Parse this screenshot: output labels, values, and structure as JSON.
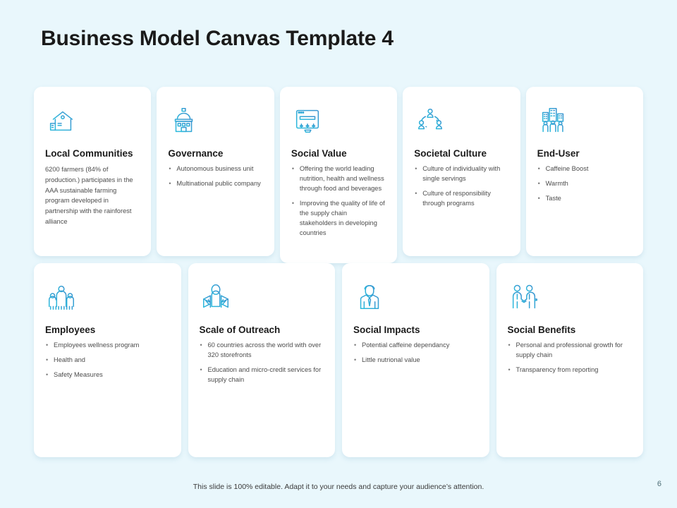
{
  "slide": {
    "title": "Business Model Canvas Template 4",
    "background_color": "#e9f7fc",
    "card_color": "#ffffff",
    "icon_gradient_from": "#2cbcdd",
    "icon_gradient_to": "#3d95d0",
    "page_number": "6",
    "footer_note": "This slide is 100% editable. Adapt it to your needs and capture your audience’s attention."
  },
  "row1": [
    {
      "icon": "home-icon",
      "title": "Local Communities",
      "paragraph": "6200 farmers (84% of production.) participates in the AAA sustainable farming program developed in partnership with the rainforest alliance",
      "bullets": []
    },
    {
      "icon": "government-building-icon",
      "title": "Governance",
      "paragraph": "",
      "bullets": [
        "Autonomous business unit",
        "Multinational  public company"
      ]
    },
    {
      "icon": "browser-network-icon",
      "title": "Social Value",
      "paragraph": "",
      "bullets": [
        "Offering the world leading nutrition, health and wellness through food and beverages",
        "Improving the quality of life of the supply chain stakeholders in developing countries"
      ]
    },
    {
      "icon": "people-network-icon",
      "title": "Societal Culture",
      "paragraph": "",
      "bullets": [
        "Culture of individuality with single servings",
        "Culture of responsibility through programs"
      ]
    },
    {
      "icon": "crowd-city-icon",
      "title": "End-User",
      "paragraph": "",
      "bullets": [
        "Caffeine Boost",
        "Warmth",
        "Taste"
      ]
    }
  ],
  "row2": [
    {
      "icon": "employee-group-icon",
      "title": "Employees",
      "paragraph": "",
      "bullets": [
        "Employees  wellness program",
        "Health and",
        "Safety Measures"
      ]
    },
    {
      "icon": "person-map-icon",
      "title": "Scale of Outreach",
      "paragraph": "",
      "bullets": [
        "60 countries across the world with over 320 storefronts",
        "Education and micro-credit services for supply chain"
      ]
    },
    {
      "icon": "businessperson-icon",
      "title": "Social Impacts",
      "paragraph": "",
      "bullets": [
        "Potential  caffeine dependancy",
        "Little  nutrional value"
      ]
    },
    {
      "icon": "handshake-people-icon",
      "title": "Social Benefits",
      "paragraph": "",
      "bullets": [
        "Personal and professional growth for supply chain",
        "Transparency from reporting"
      ]
    }
  ]
}
